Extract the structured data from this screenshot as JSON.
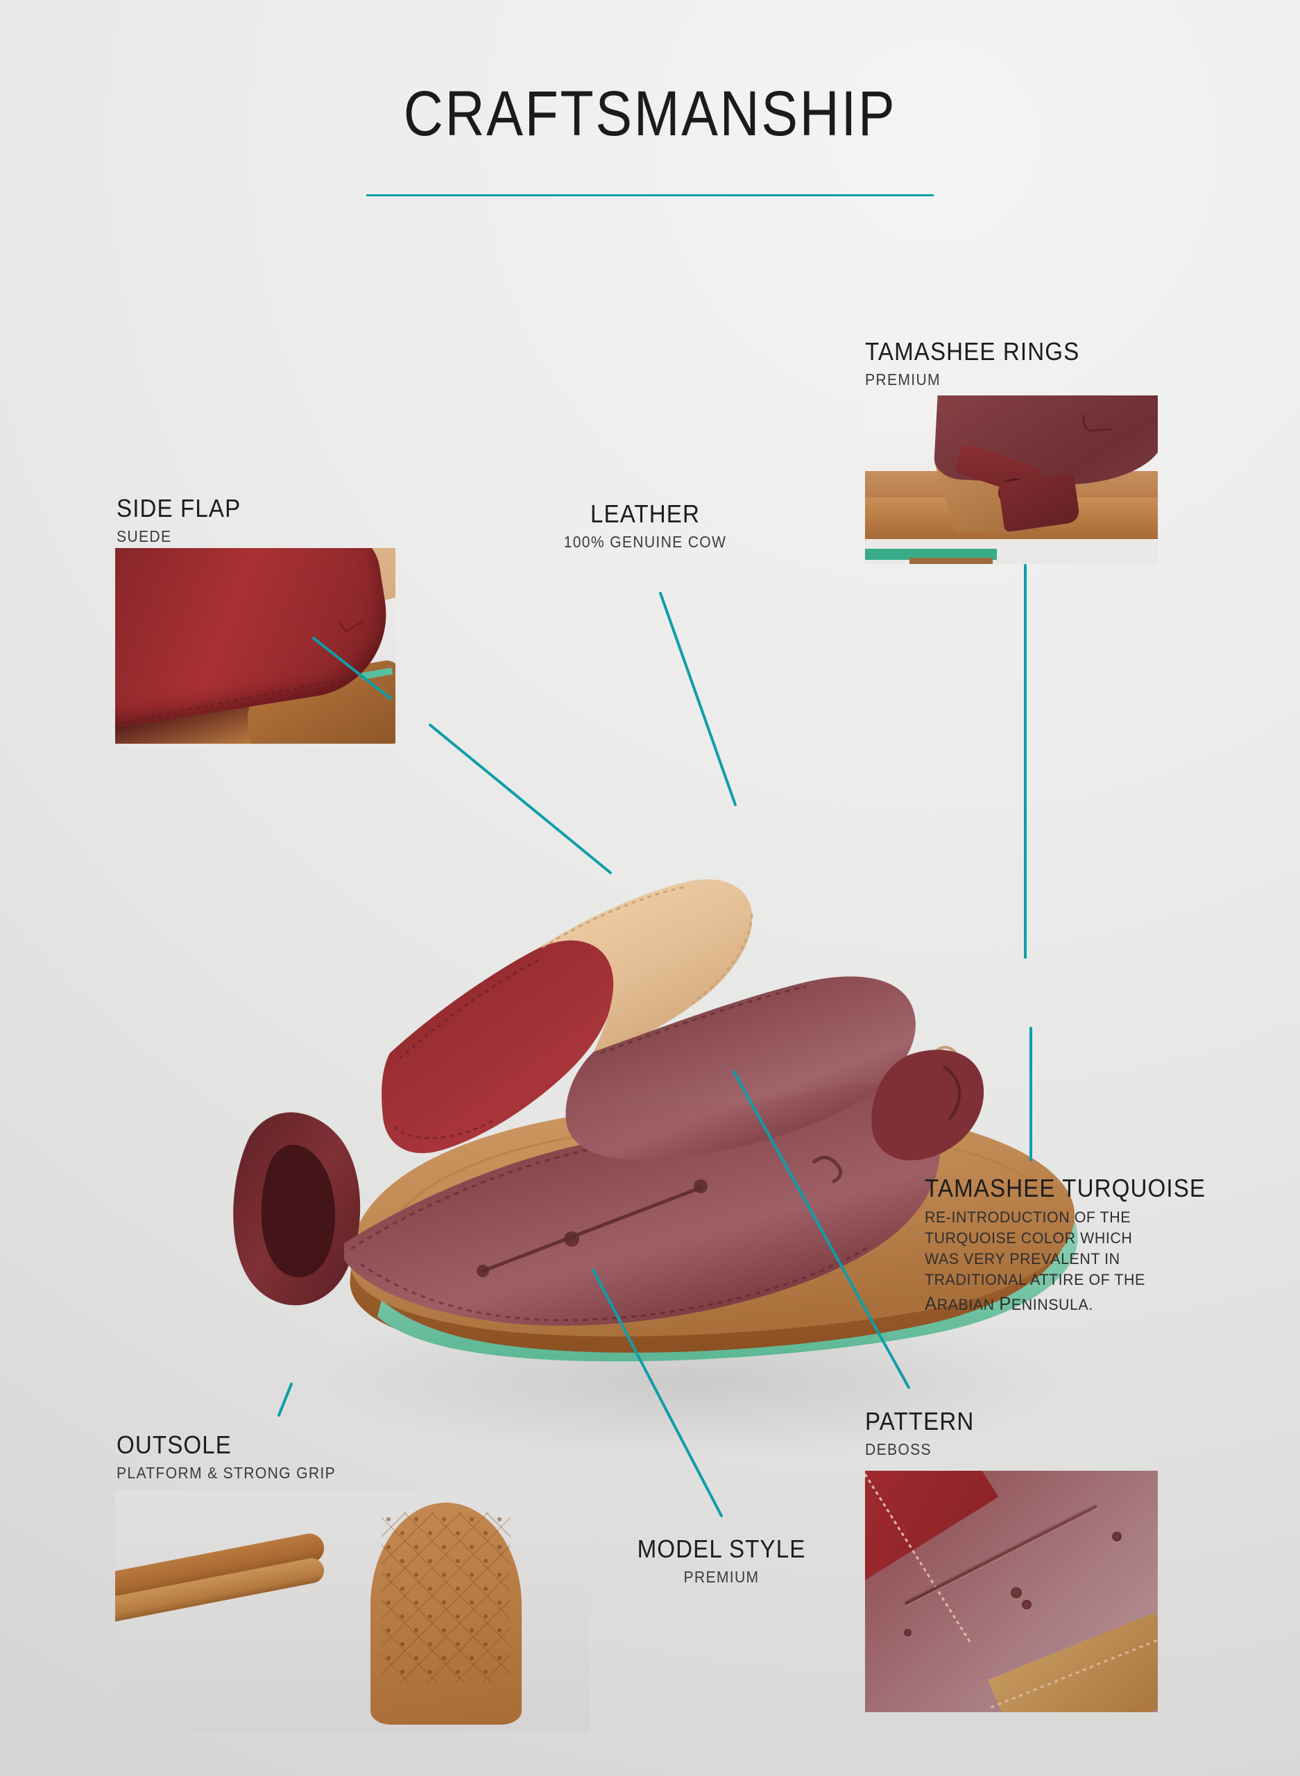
{
  "page": {
    "title": "CRAFTSMANSHIP",
    "accent_color": "#0e9ea9",
    "turquoise_sole_color": "#58bfa0",
    "background_color": "#e6e6e5",
    "text_color": "#231f20"
  },
  "annotations": {
    "side_flap": {
      "head": "SIDE FLAP",
      "sub": "SUEDE"
    },
    "leather": {
      "head": "LEATHER",
      "sub": "100% GENUINE COW"
    },
    "rings": {
      "head": "TAMASHEE RINGS",
      "sub": "PREMIUM"
    },
    "turquoise": {
      "head": "TAMASHEE TURQUOISE",
      "body_line_1": "RE-INTRODUCTION OF THE",
      "body_line_2": "TURQUOISE COLOR WHICH",
      "body_line_3": "WAS VERY PREVALENT IN",
      "body_line_4": "TRADITIONAL ATTIRE OF THE",
      "body_line_5_a": "A",
      "body_line_5_b": "RABIAN ",
      "body_line_5_c": "P",
      "body_line_5_d": "ENINSULA."
    },
    "pattern": {
      "head": "PATTERN",
      "sub": "DEBOSS"
    },
    "model_style": {
      "head": "MODEL STYLE",
      "sub": "PREMIUM"
    },
    "outsole": {
      "head": "OUTSOLE",
      "sub": "PLATFORM & STRONG GRIP"
    }
  },
  "product": {
    "name": "leather slide sandal",
    "colors": {
      "upper_red": "#9a2f33",
      "upper_burgundy": "#7a3b3f",
      "upper_beige": "#e7c49e",
      "footbed_tan": "#c08a55",
      "outsole_brown": "#a96c37",
      "midsole_turquoise": "#6ec3a3"
    }
  }
}
